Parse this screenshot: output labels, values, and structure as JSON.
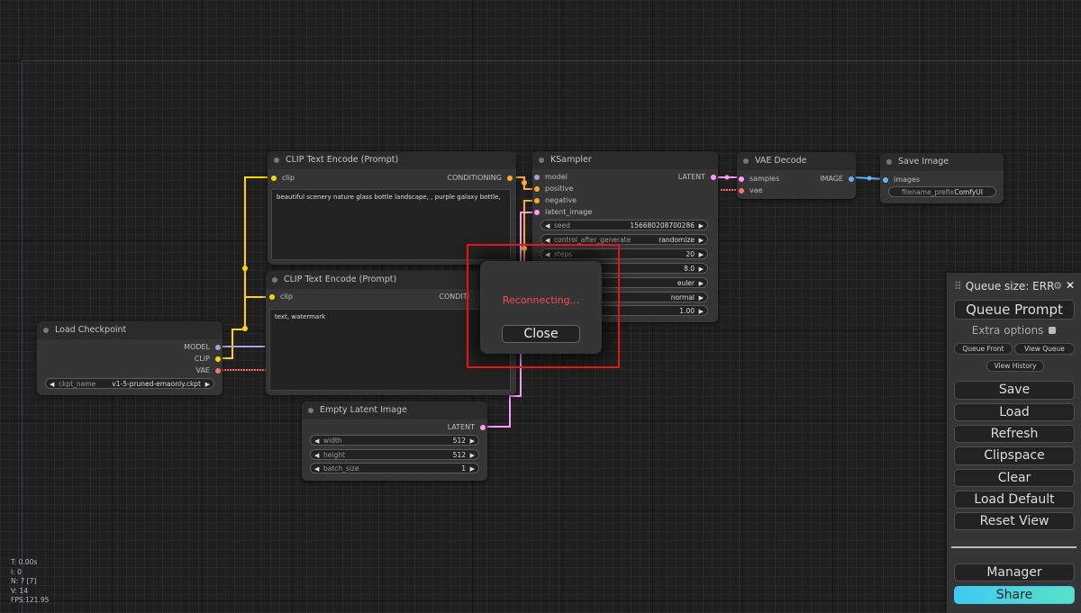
{
  "nodes": {
    "clip_top": {
      "title": "CLIP Text Encode (Prompt)",
      "input": "clip",
      "output": "CONDITIONING",
      "text": "beautiful scenery nature glass bottle landscape, , purple galaxy bottle,"
    },
    "clip_bottom": {
      "title": "CLIP Text Encode (Prompt)",
      "input": "clip",
      "output": "CONDITI",
      "text": "text, watermark"
    },
    "checkpoint": {
      "title": "Load Checkpoint",
      "outputs": [
        "MODEL",
        "CLIP",
        "VAE"
      ],
      "ckpt_label": "ckpt_name",
      "ckpt_value": "v1-5-pruned-emaonly.ckpt"
    },
    "latent": {
      "title": "Empty Latent Image",
      "output": "LATENT",
      "widgets": [
        {
          "label": "width",
          "value": "512"
        },
        {
          "label": "height",
          "value": "512"
        },
        {
          "label": "batch_size",
          "value": "1"
        }
      ]
    },
    "ksampler": {
      "title": "KSampler",
      "inputs": [
        "model",
        "positive",
        "negative",
        "latent_image"
      ],
      "output": "LATENT",
      "widgets": [
        {
          "label": "seed",
          "value": "156680208700286"
        },
        {
          "label": "control_after_generate",
          "value": "randomize"
        },
        {
          "label": "steps",
          "value": "20"
        },
        {
          "label": "",
          "value": "8.0"
        },
        {
          "label": "",
          "value": "euler"
        },
        {
          "label": "",
          "value": "normal"
        },
        {
          "label": "",
          "value": "1.00"
        }
      ]
    },
    "vae_decode": {
      "title": "VAE Decode",
      "inputs": [
        "samples",
        "vae"
      ],
      "output": "IMAGE"
    },
    "save_image": {
      "title": "Save Image",
      "input": "images",
      "prefix_label": "filename_prefix",
      "prefix_value": "ComfyUI"
    }
  },
  "dialog": {
    "message": "Reconnecting...",
    "close_label": "Close"
  },
  "menu": {
    "queue_size": "Queue size: ERR",
    "queue_prompt": "Queue Prompt",
    "extra_options": "Extra options",
    "queue_front": "Queue Front",
    "view_queue": "View Queue",
    "view_history": "View History",
    "buttons": [
      "Save",
      "Load",
      "Refresh",
      "Clipspace",
      "Clear",
      "Load Default",
      "Reset View"
    ],
    "manager": "Manager",
    "share": "Share"
  },
  "stats": [
    "T: 0.00s",
    "I: 0",
    "N: 7 [7]",
    "V: 14",
    "FPS:121.95"
  ],
  "colors": {
    "model": "#b39ddb",
    "clip": "#ffd500",
    "vae": "#ff6e6e",
    "conditioning": "#ffa931",
    "latent": "#ff9cf9",
    "image": "#64b5f6",
    "error": "#ff4a4a",
    "highlight": "#e01818"
  }
}
